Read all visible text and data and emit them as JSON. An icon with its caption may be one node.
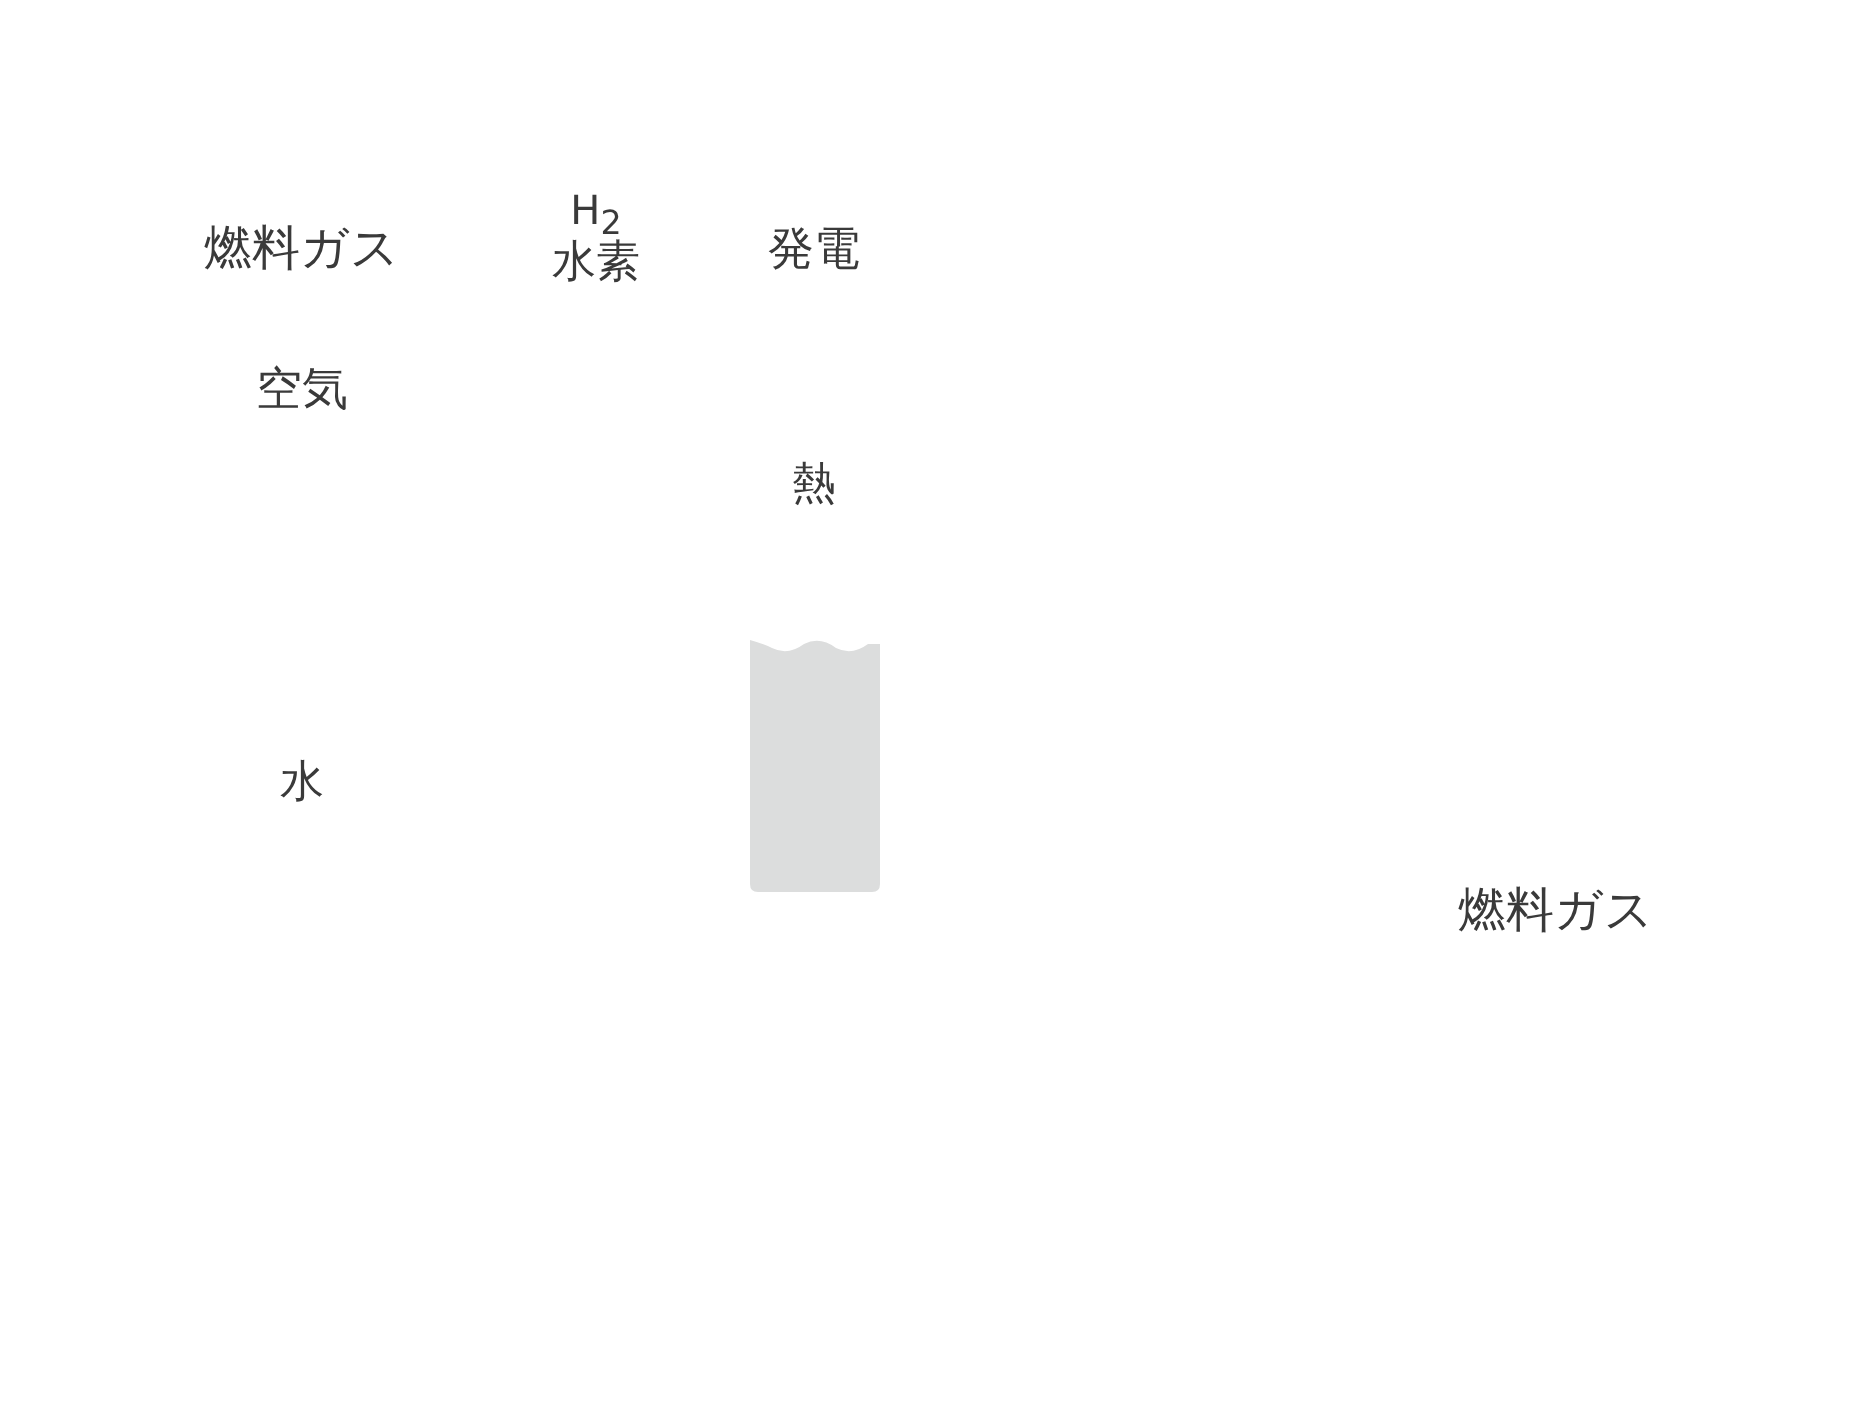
{
  "diagram": {
    "labels": [
      "燃料ガス",
      "H$_{2}$",
      "水素",
      "発電",
      "空気",
      "熱",
      "水",
      "燃料ガス"
    ]
  }
}
